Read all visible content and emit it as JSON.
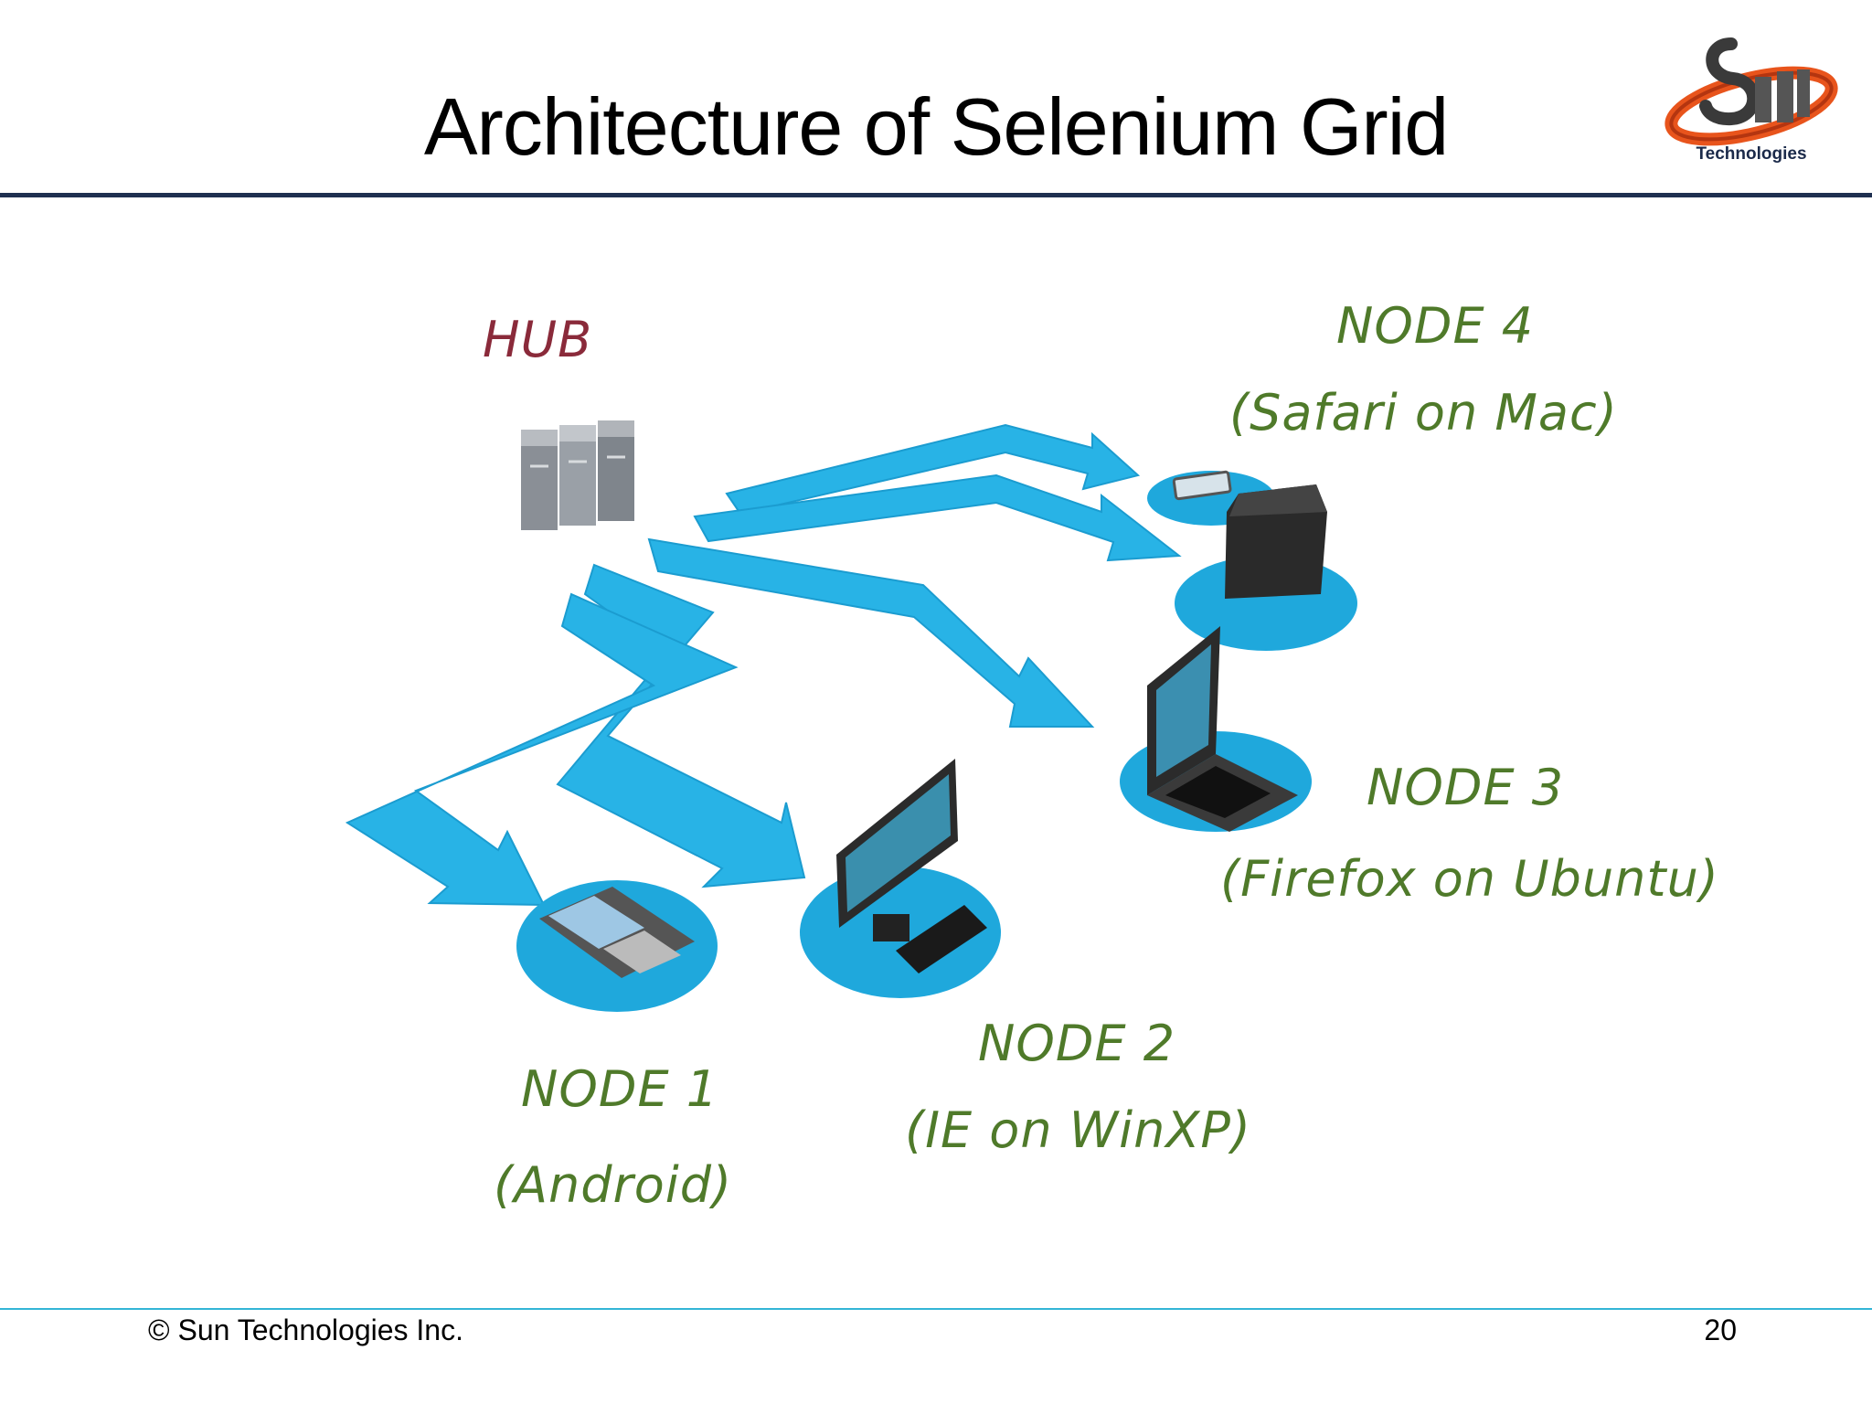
{
  "slide": {
    "title": "Architecture of Selenium Grid",
    "logo_text": "Technologies",
    "footer": {
      "copyright": "© Sun Technologies Inc.",
      "page_number": "20"
    }
  },
  "diagram": {
    "hub": {
      "label": "HUB",
      "icon": "server-rack-icon"
    },
    "nodes": [
      {
        "name": "NODE 1",
        "detail": "(Android)",
        "icon": "android-phone-icon"
      },
      {
        "name": "NODE 2",
        "detail": "(IE on WinXP)",
        "icon": "desktop-monitor-icon"
      },
      {
        "name": "NODE 3",
        "detail": "(Firefox on Ubuntu)",
        "icon": "laptop-icon"
      },
      {
        "name": "NODE 4",
        "detail": "(Safari on Mac)",
        "icon": "mac-computer-icon"
      }
    ],
    "colors": {
      "arrow": "#28b3e6",
      "node_disc": "#1fa8dc",
      "hub_label": "#8a2a3a",
      "node_label": "#4f7a2a",
      "title_rule": "#1f3050",
      "footer_rule": "#33b5d6"
    }
  }
}
